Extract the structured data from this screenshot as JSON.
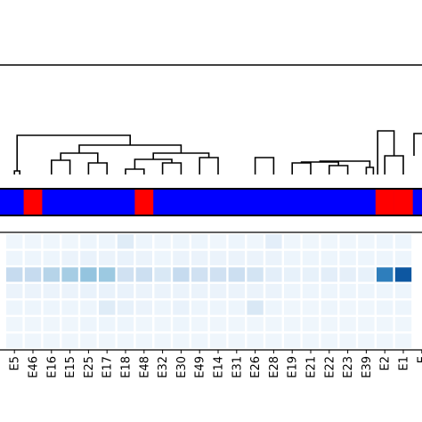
{
  "chart_data": {
    "type": "heatmap",
    "title": "",
    "xlabel": "",
    "ylabel": "",
    "grid": false,
    "legend": "none",
    "colormap": "Blues",
    "value_range": [
      0,
      1
    ],
    "column_labels": [
      "E46",
      "E16",
      "E15",
      "E25",
      "E17",
      "E18",
      "E48",
      "E32",
      "E30",
      "E49",
      "E14",
      "E31",
      "E26",
      "E28",
      "E19",
      "E21",
      "E22",
      "E23",
      "E39",
      "E2",
      "E1"
    ],
    "partial_edge_labels": [
      "E5",
      "E"
    ],
    "group_colors": {
      "blue": "#0000ff",
      "red": "#ff0000"
    },
    "group_bar": [
      "red",
      "blue",
      "blue",
      "blue",
      "blue",
      "blue",
      "red",
      "blue",
      "blue",
      "blue",
      "blue",
      "blue",
      "blue",
      "blue",
      "blue",
      "blue",
      "blue",
      "blue",
      "blue",
      "red",
      "red"
    ],
    "rows": [
      {
        "values": [
          0.04,
          0.04,
          0.04,
          0.05,
          0.05,
          0.12,
          0.05,
          0.04,
          0.05,
          0.05,
          0.04,
          0.05,
          0.04,
          0.1,
          0.04,
          0.04,
          0.04,
          0.04,
          0.04,
          0.05,
          0.05
        ]
      },
      {
        "values": [
          0.05,
          0.05,
          0.06,
          0.07,
          0.06,
          0.07,
          0.06,
          0.05,
          0.06,
          0.06,
          0.06,
          0.06,
          0.06,
          0.06,
          0.05,
          0.05,
          0.05,
          0.05,
          0.05,
          0.05,
          0.05
        ]
      },
      {
        "values": [
          0.25,
          0.3,
          0.35,
          0.4,
          0.38,
          0.2,
          0.22,
          0.15,
          0.25,
          0.2,
          0.2,
          0.22,
          0.18,
          0.1,
          0.08,
          0.08,
          0.1,
          0.09,
          0.08,
          0.7,
          0.85
        ]
      },
      {
        "values": [
          0.06,
          0.06,
          0.06,
          0.07,
          0.07,
          0.07,
          0.06,
          0.06,
          0.06,
          0.06,
          0.06,
          0.06,
          0.06,
          0.06,
          0.05,
          0.05,
          0.05,
          0.05,
          0.05,
          0.05,
          0.05
        ]
      },
      {
        "values": [
          0.05,
          0.05,
          0.05,
          0.05,
          0.12,
          0.08,
          0.06,
          0.05,
          0.07,
          0.05,
          0.05,
          0.05,
          0.15,
          0.05,
          0.04,
          0.04,
          0.05,
          0.04,
          0.04,
          0.05,
          0.05
        ]
      },
      {
        "values": [
          0.04,
          0.04,
          0.04,
          0.05,
          0.05,
          0.05,
          0.04,
          0.04,
          0.05,
          0.04,
          0.04,
          0.04,
          0.04,
          0.04,
          0.04,
          0.04,
          0.04,
          0.04,
          0.04,
          0.04,
          0.04
        ]
      },
      {
        "values": [
          0.04,
          0.04,
          0.04,
          0.04,
          0.04,
          0.04,
          0.04,
          0.04,
          0.04,
          0.04,
          0.04,
          0.04,
          0.04,
          0.04,
          0.04,
          0.04,
          0.04,
          0.04,
          0.04,
          0.04,
          0.04
        ]
      }
    ]
  }
}
